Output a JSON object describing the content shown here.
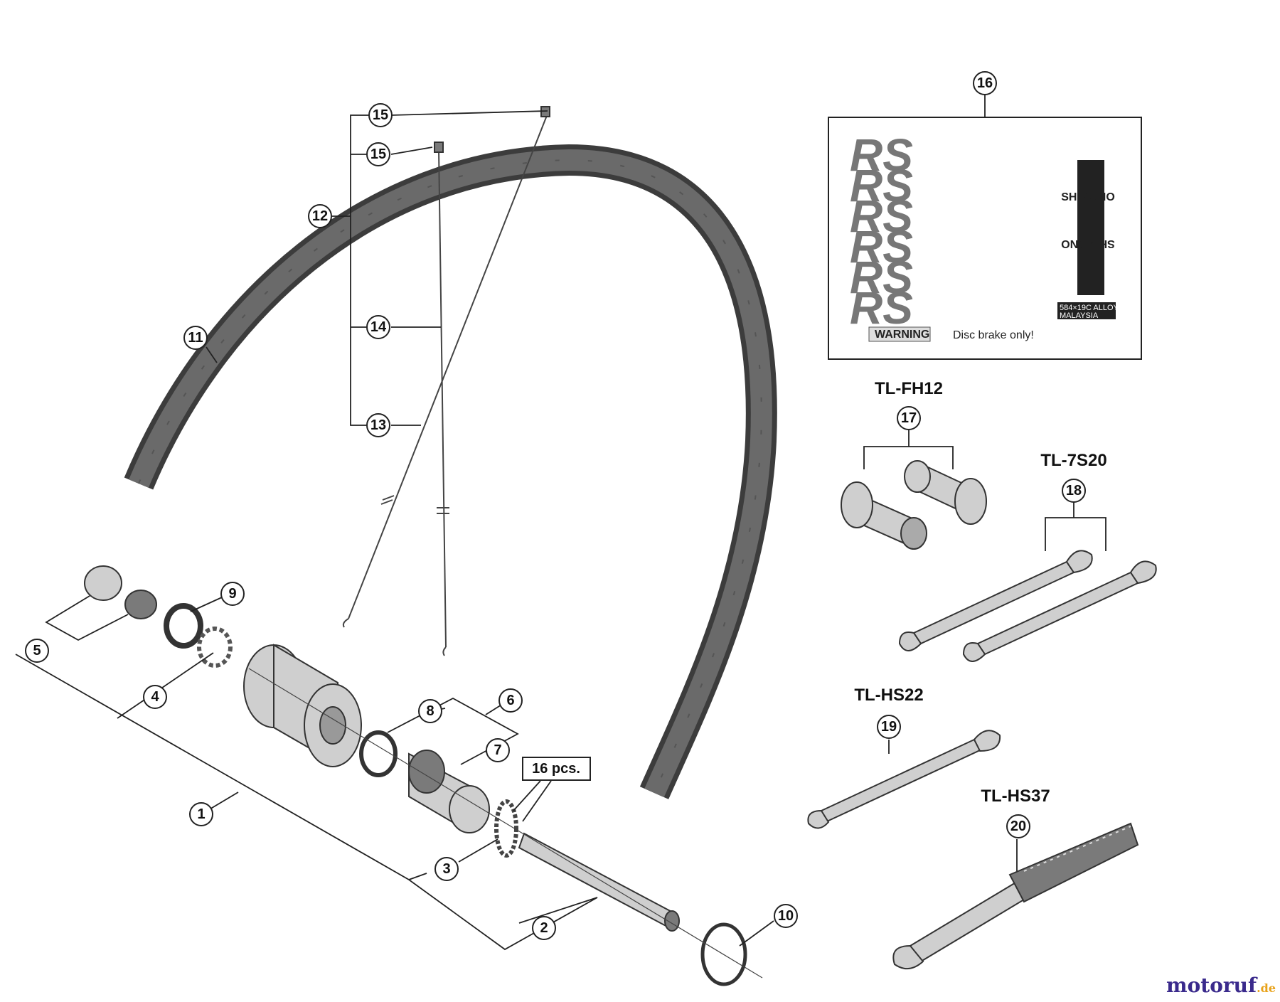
{
  "parts": [
    {
      "id": "1",
      "label": "1"
    },
    {
      "id": "2",
      "label": "2"
    },
    {
      "id": "3",
      "label": "3"
    },
    {
      "id": "4",
      "label": "4"
    },
    {
      "id": "5",
      "label": "5"
    },
    {
      "id": "6",
      "label": "6"
    },
    {
      "id": "7",
      "label": "7"
    },
    {
      "id": "8",
      "label": "8"
    },
    {
      "id": "9",
      "label": "9"
    },
    {
      "id": "10",
      "label": "10"
    },
    {
      "id": "11",
      "label": "11"
    },
    {
      "id": "12",
      "label": "12"
    },
    {
      "id": "13",
      "label": "13"
    },
    {
      "id": "14",
      "label": "14"
    },
    {
      "id": "15a",
      "label": "15"
    },
    {
      "id": "15b",
      "label": "15"
    },
    {
      "id": "16",
      "label": "16"
    },
    {
      "id": "17",
      "label": "17"
    },
    {
      "id": "18",
      "label": "18"
    },
    {
      "id": "19",
      "label": "19"
    },
    {
      "id": "20",
      "label": "20"
    }
  ],
  "callouts": {
    "pcs": "16 pcs."
  },
  "tools": {
    "fh12": "TL-FH12",
    "s720": "TL-7S20",
    "hs22": "TL-HS22",
    "hs37": "TL-HS37"
  },
  "decal": {
    "rs_text": "RS",
    "brand": "SHIMANO",
    "rim_info_1": "584×19C ALLOY",
    "rim_info_2": "MALAYSIA",
    "warning": "WARNING",
    "disc_note": "Disc brake only!"
  },
  "watermark": {
    "text_main": "motoruf",
    "text_suffix": ".de",
    "color_main": "#3a2a8c",
    "color_accent": "#e8a21a"
  }
}
